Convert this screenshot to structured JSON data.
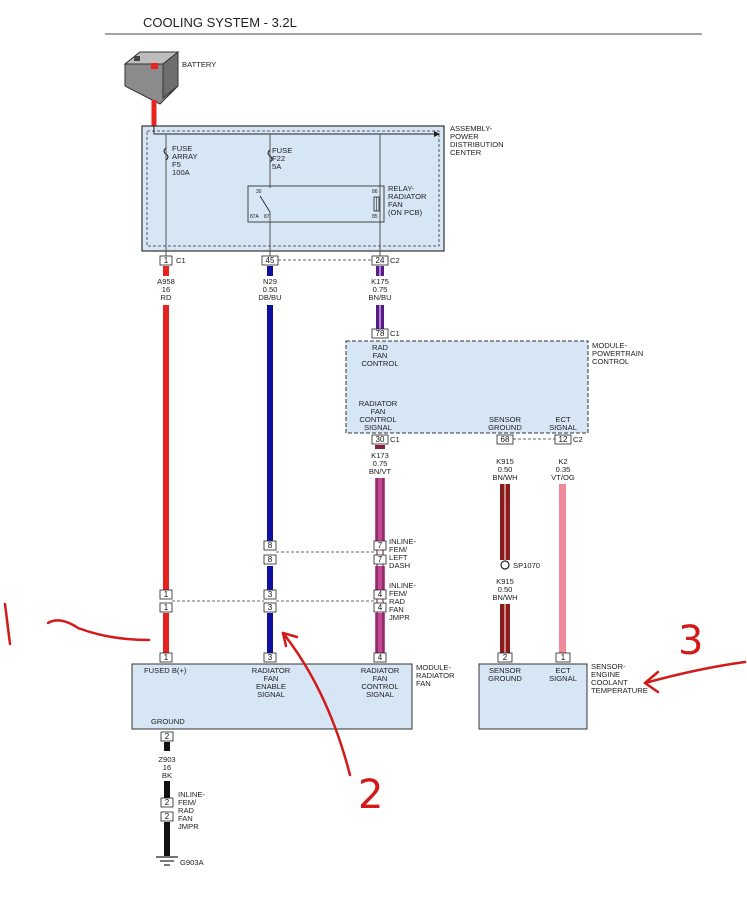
{
  "title": "COOLING SYSTEM - 3.2L",
  "battery": {
    "label": "BATTERY"
  },
  "pdc": {
    "name": [
      "ASSEMBLY-",
      "POWER",
      "DISTRIBUTION",
      "CENTER"
    ],
    "fuse_array": [
      "FUSE",
      "ARRAY",
      "F5",
      "100A"
    ],
    "fuse_f22": [
      "FUSE",
      "F22",
      "5A"
    ],
    "relay": [
      "RELAY-",
      "RADIATOR",
      "FAN",
      "(ON PCB)"
    ],
    "relay_pins": [
      "30",
      "87A",
      "87",
      "86",
      "85"
    ],
    "pins": [
      "1",
      "45",
      "24"
    ],
    "connector": [
      "C1",
      "C2"
    ]
  },
  "wires": {
    "a958": [
      "A958",
      "16",
      "RD"
    ],
    "n29": [
      "N29",
      "0.50",
      "DB/BU"
    ],
    "k175": [
      "K175",
      "0.75",
      "BN/BU"
    ],
    "k173": [
      "K173",
      "0.75",
      "BN/VT"
    ],
    "k915": [
      "K915",
      "0.50",
      "BN/WH"
    ],
    "k915b": [
      "K915",
      "0.50",
      "BN/WH"
    ],
    "k2": [
      "K2",
      "0.35",
      "VT/OG"
    ],
    "z903": [
      "Z903",
      "16",
      "BK"
    ]
  },
  "colors": {
    "red": "#e8221e",
    "blue": "#10109e",
    "purple": "#5a1a86",
    "maroon": "#8a1c1c",
    "pink": "#f08a9a",
    "violet": "#c04a9a",
    "module_fill": "#d6e6f4",
    "annotation": "#d21a1a"
  },
  "pcm": {
    "name": [
      "MODULE-",
      "POWERTRAIN",
      "CONTROL"
    ],
    "top_pin": "78",
    "top_conn": "C1",
    "rad_fan_control": [
      "RAD",
      "FAN",
      "CONTROL"
    ],
    "rfc_signal": [
      "RADIATOR",
      "FAN",
      "CONTROL",
      "SIGNAL"
    ],
    "sensor_ground": [
      "SENSOR",
      "GROUND"
    ],
    "ect_signal": [
      "ECT",
      "SIGNAL"
    ],
    "bottom_pins": [
      "30",
      "68",
      "12"
    ],
    "bottom_conns": [
      "C1",
      "C2"
    ]
  },
  "splice": {
    "label": "SP1070"
  },
  "inline1": {
    "label": [
      "INLINE-",
      "FEM/",
      "LEFT",
      "DASH"
    ],
    "pins_left": [
      "8",
      "8"
    ],
    "pins_right": [
      "7",
      "7"
    ]
  },
  "inline2": {
    "label": [
      "INLINE-",
      "FEM/",
      "RAD",
      "FAN",
      "JMPR"
    ],
    "pins": [
      "1",
      "1",
      "3",
      "3",
      "4",
      "4"
    ]
  },
  "fan_module": {
    "name": [
      "MODULE-",
      "RADIATOR",
      "FAN"
    ],
    "fused": "FUSED B(+)",
    "enable": [
      "RADIATOR",
      "FAN",
      "ENABLE",
      "SIGNAL"
    ],
    "control": [
      "RADIATOR",
      "FAN",
      "CONTROL",
      "SIGNAL"
    ],
    "ground": "GROUND",
    "pins": [
      "1",
      "3",
      "4"
    ],
    "ground_pin": "2"
  },
  "ect_sensor": {
    "name": [
      "SENSOR-",
      "ENGINE",
      "COOLANT",
      "TEMPERATURE"
    ],
    "sensor_ground": [
      "SENSOR",
      "GROUND"
    ],
    "ect_signal": [
      "ECT",
      "SIGNAL"
    ],
    "pins": [
      "2",
      "1"
    ]
  },
  "inline3": {
    "label": [
      "INLINE-",
      "FEM/",
      "RAD",
      "FAN",
      "JMPR"
    ],
    "pins": [
      "2",
      "2"
    ]
  },
  "ground_point": "G903A",
  "annotations": [
    "1",
    "2",
    "3"
  ]
}
